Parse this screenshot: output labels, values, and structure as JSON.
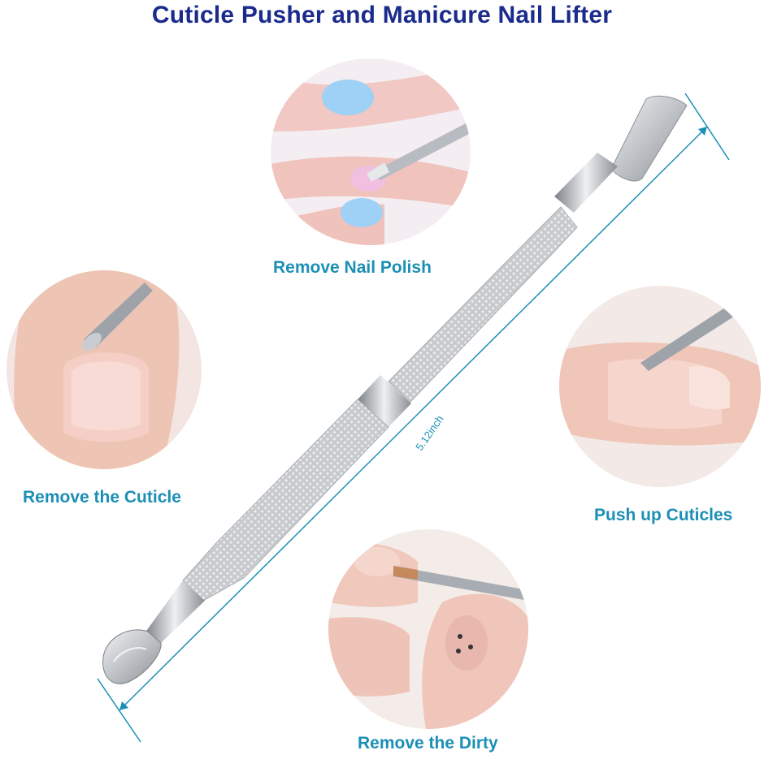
{
  "title": "Cuticle Pusher and Manicure Nail Lifter",
  "dimension_label": "5.12inch",
  "usages": {
    "polish": "Remove Nail Polish",
    "cuticle": "Remove the Cuticle",
    "push": "Push up Cuticles",
    "dirty": "Remove the Dirty"
  },
  "colors": {
    "title": "#1a2b8c",
    "label": "#1c8fb5",
    "steel": "#c9ccd0"
  }
}
